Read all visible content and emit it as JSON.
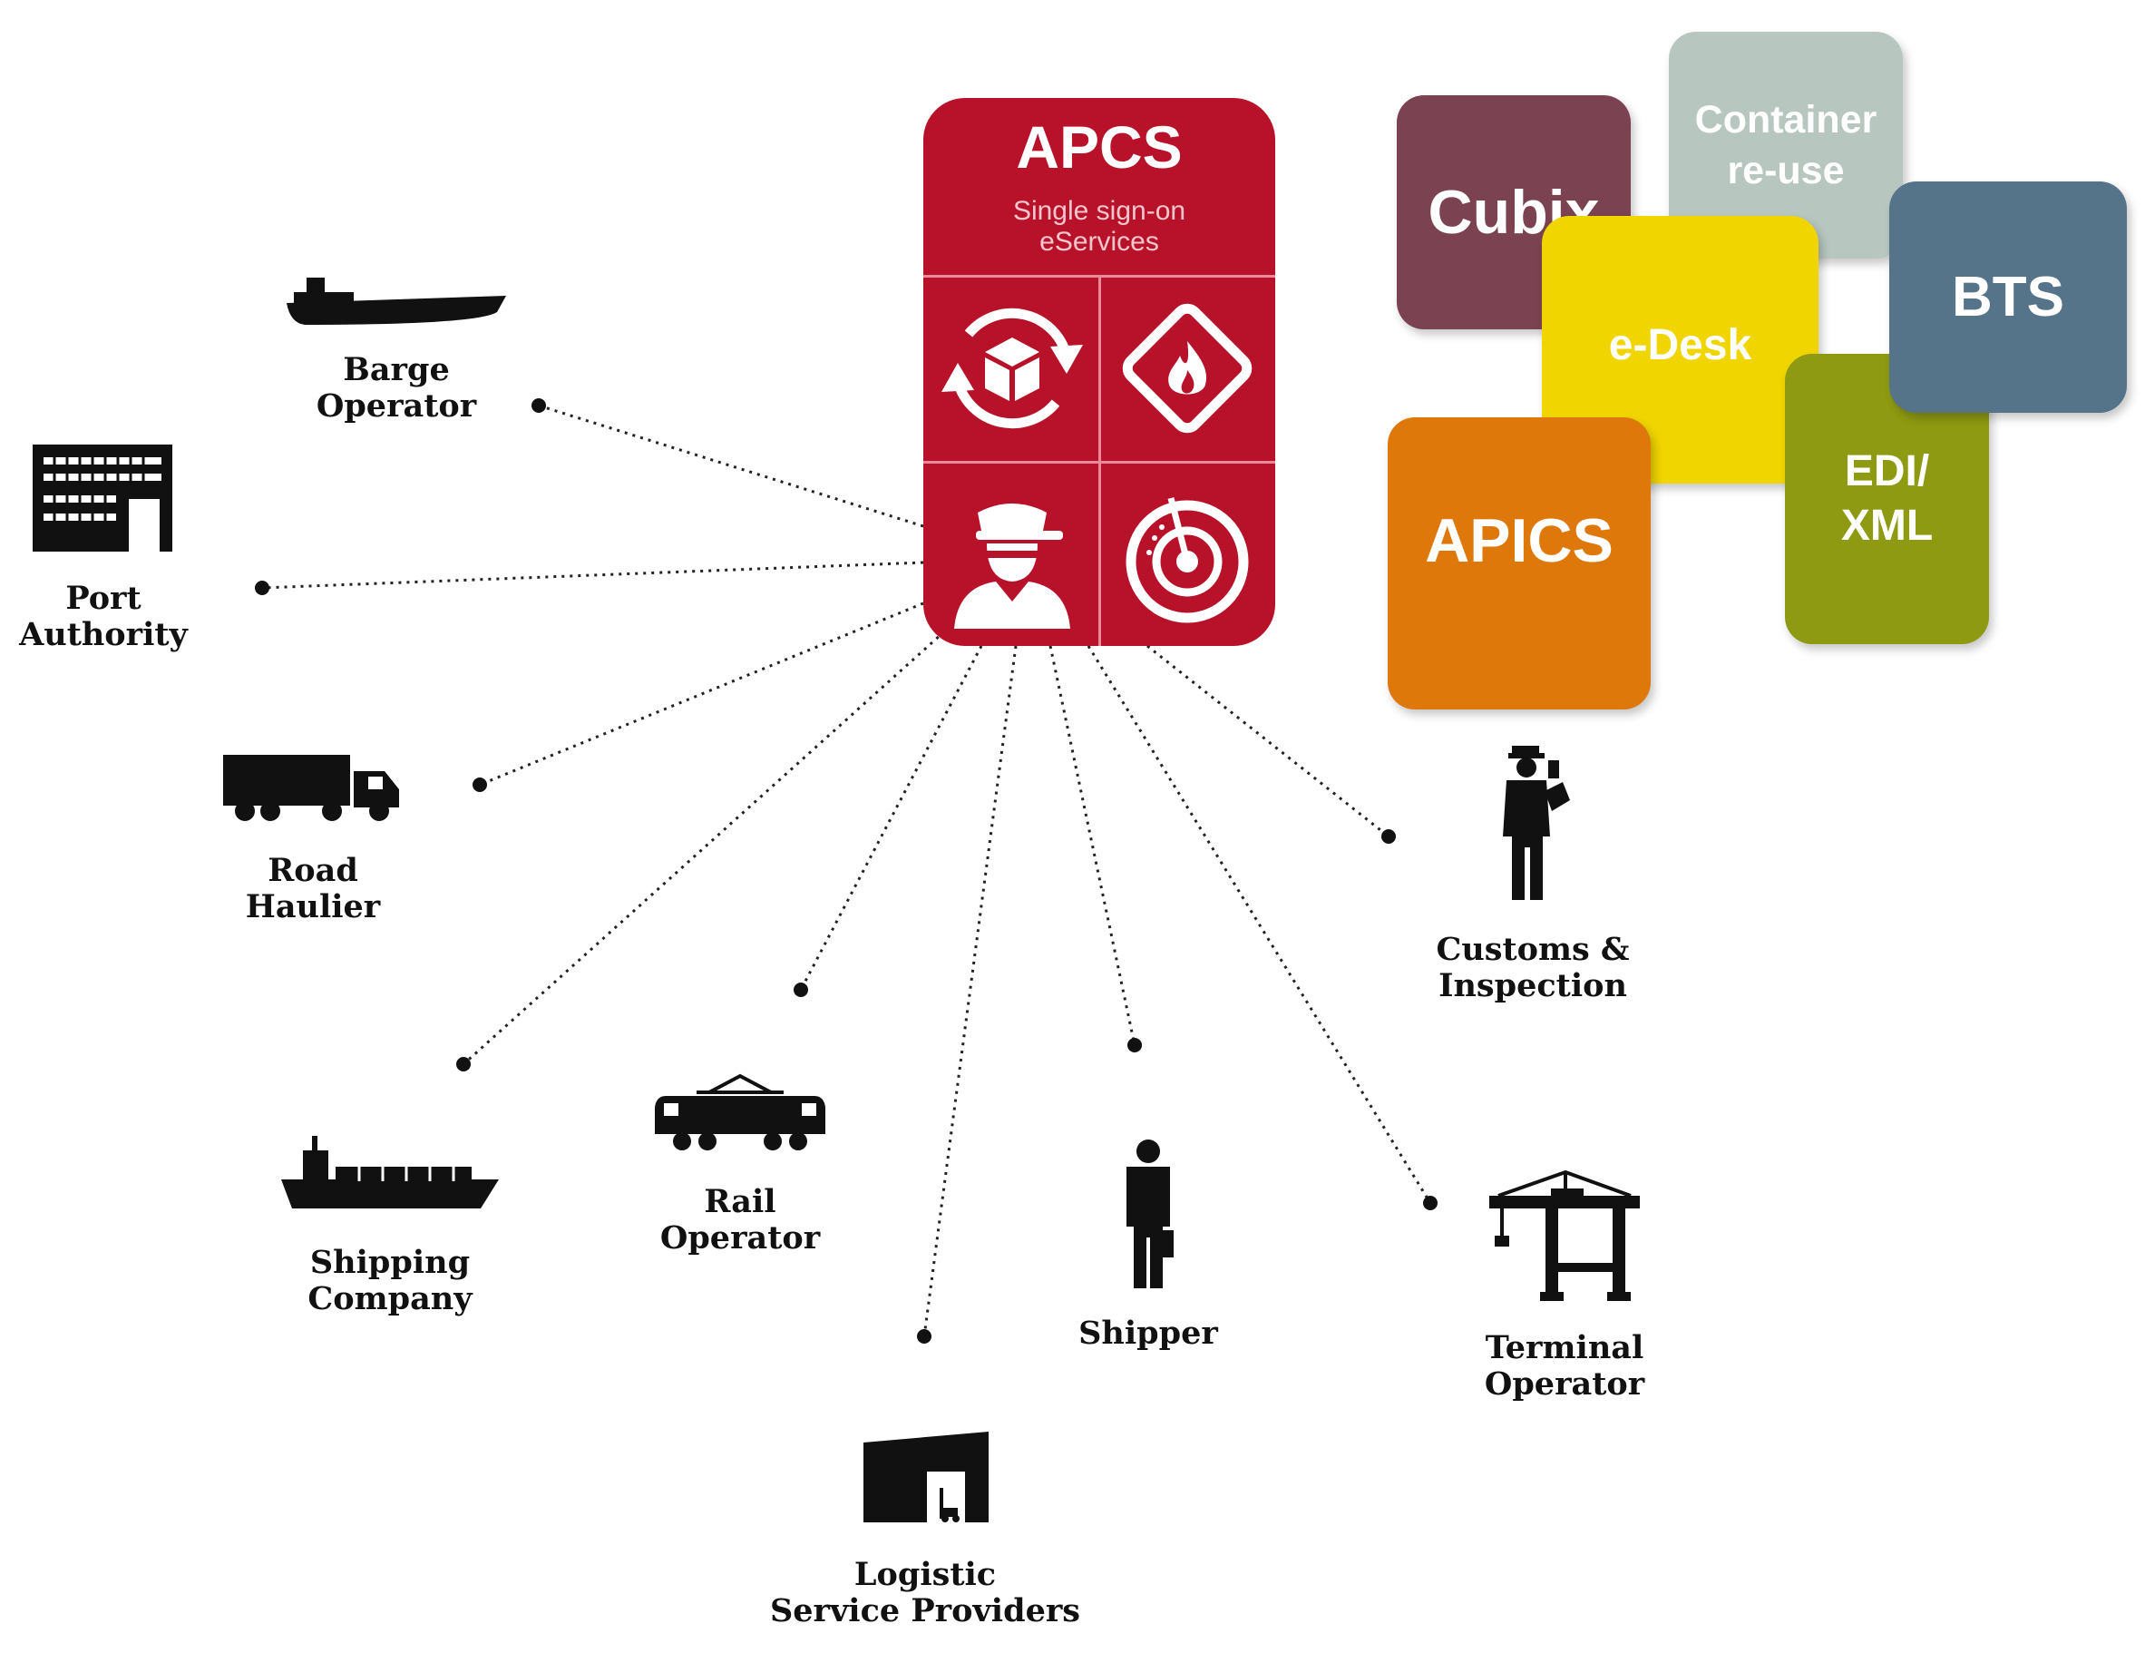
{
  "hub": {
    "title": "APCS",
    "subtitle_line1": "Single sign-on",
    "subtitle_line2": "eServices",
    "icons": [
      "container-cycle-icon",
      "hazard-diamond-icon",
      "officer-icon",
      "radar-icon"
    ],
    "color": "#b8122a"
  },
  "tiles": [
    {
      "id": "container-reuse",
      "lines": [
        "Container",
        "re-use"
      ],
      "color": "#b7c7c0"
    },
    {
      "id": "cubix",
      "lines": [
        "Cubix"
      ],
      "color": "#7b4251"
    },
    {
      "id": "bts",
      "lines": [
        "BTS"
      ],
      "color": "#557389"
    },
    {
      "id": "e-desk",
      "lines": [
        "e-Desk"
      ],
      "color": "#f0d500"
    },
    {
      "id": "edi-xml",
      "lines": [
        "EDI/",
        "XML"
      ],
      "color": "#8e9a11"
    },
    {
      "id": "apics",
      "lines": [
        "APICS"
      ],
      "color": "#df780b"
    }
  ],
  "actors": [
    {
      "id": "barge-operator",
      "lines": [
        "Barge",
        "Operator"
      ],
      "icon": "barge-icon"
    },
    {
      "id": "port-authority",
      "lines": [
        "Port",
        "Authority"
      ],
      "icon": "building-icon"
    },
    {
      "id": "road-haulier",
      "lines": [
        "Road",
        "Haulier"
      ],
      "icon": "truck-icon"
    },
    {
      "id": "shipping-company",
      "lines": [
        "Shipping",
        "Company"
      ],
      "icon": "container-ship-icon"
    },
    {
      "id": "rail-operator",
      "lines": [
        "Rail",
        "Operator"
      ],
      "icon": "locomotive-icon"
    },
    {
      "id": "logistic-service-providers",
      "lines": [
        "Logistic",
        "Service Providers"
      ],
      "icon": "warehouse-icon"
    },
    {
      "id": "shipper",
      "lines": [
        "Shipper"
      ],
      "icon": "businessman-icon"
    },
    {
      "id": "terminal-operator",
      "lines": [
        "Terminal",
        "Operator"
      ],
      "icon": "gantry-crane-icon"
    },
    {
      "id": "customs-inspection",
      "lines": [
        "Customs &",
        "Inspection"
      ],
      "icon": "customs-officer-icon"
    }
  ]
}
